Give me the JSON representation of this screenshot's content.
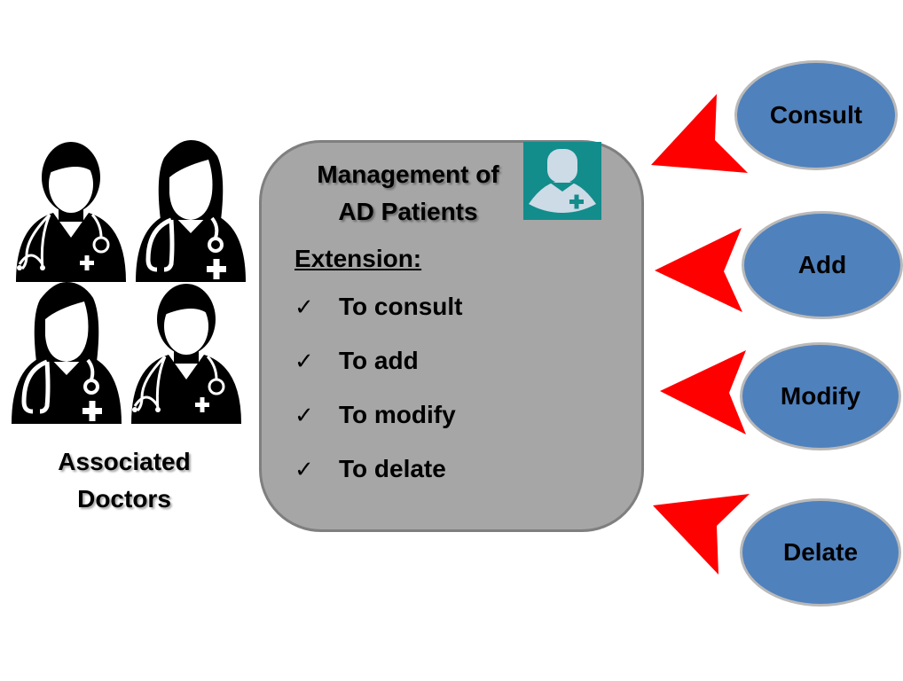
{
  "doctors": {
    "caption_line1": "Associated",
    "caption_line2": "Doctors",
    "icons": [
      "male-doctor",
      "female-doctor",
      "female-doctor",
      "male-doctor"
    ]
  },
  "management": {
    "title_line1": "Management of",
    "title_line2": "AD Patients",
    "extension_label": "Extension:",
    "items": [
      {
        "check": "✓",
        "label": "To consult"
      },
      {
        "check": "✓",
        "label": "To add"
      },
      {
        "check": "✓",
        "label": "To modify"
      },
      {
        "check": "✓",
        "label": "To delate"
      }
    ],
    "icon": "patient-plus"
  },
  "actions": [
    {
      "label": "Consult"
    },
    {
      "label": "Add"
    },
    {
      "label": "Modify"
    },
    {
      "label": "Delate"
    }
  ],
  "colors": {
    "box_fill": "#a6a6a6",
    "box_border": "#7f7f7f",
    "oval_fill": "#4f81bd",
    "oval_border": "#b9b9b9",
    "arrow": "#ff0000",
    "patient_icon_bg": "#138c8c",
    "patient_icon_fg": "#ccdbe6"
  }
}
